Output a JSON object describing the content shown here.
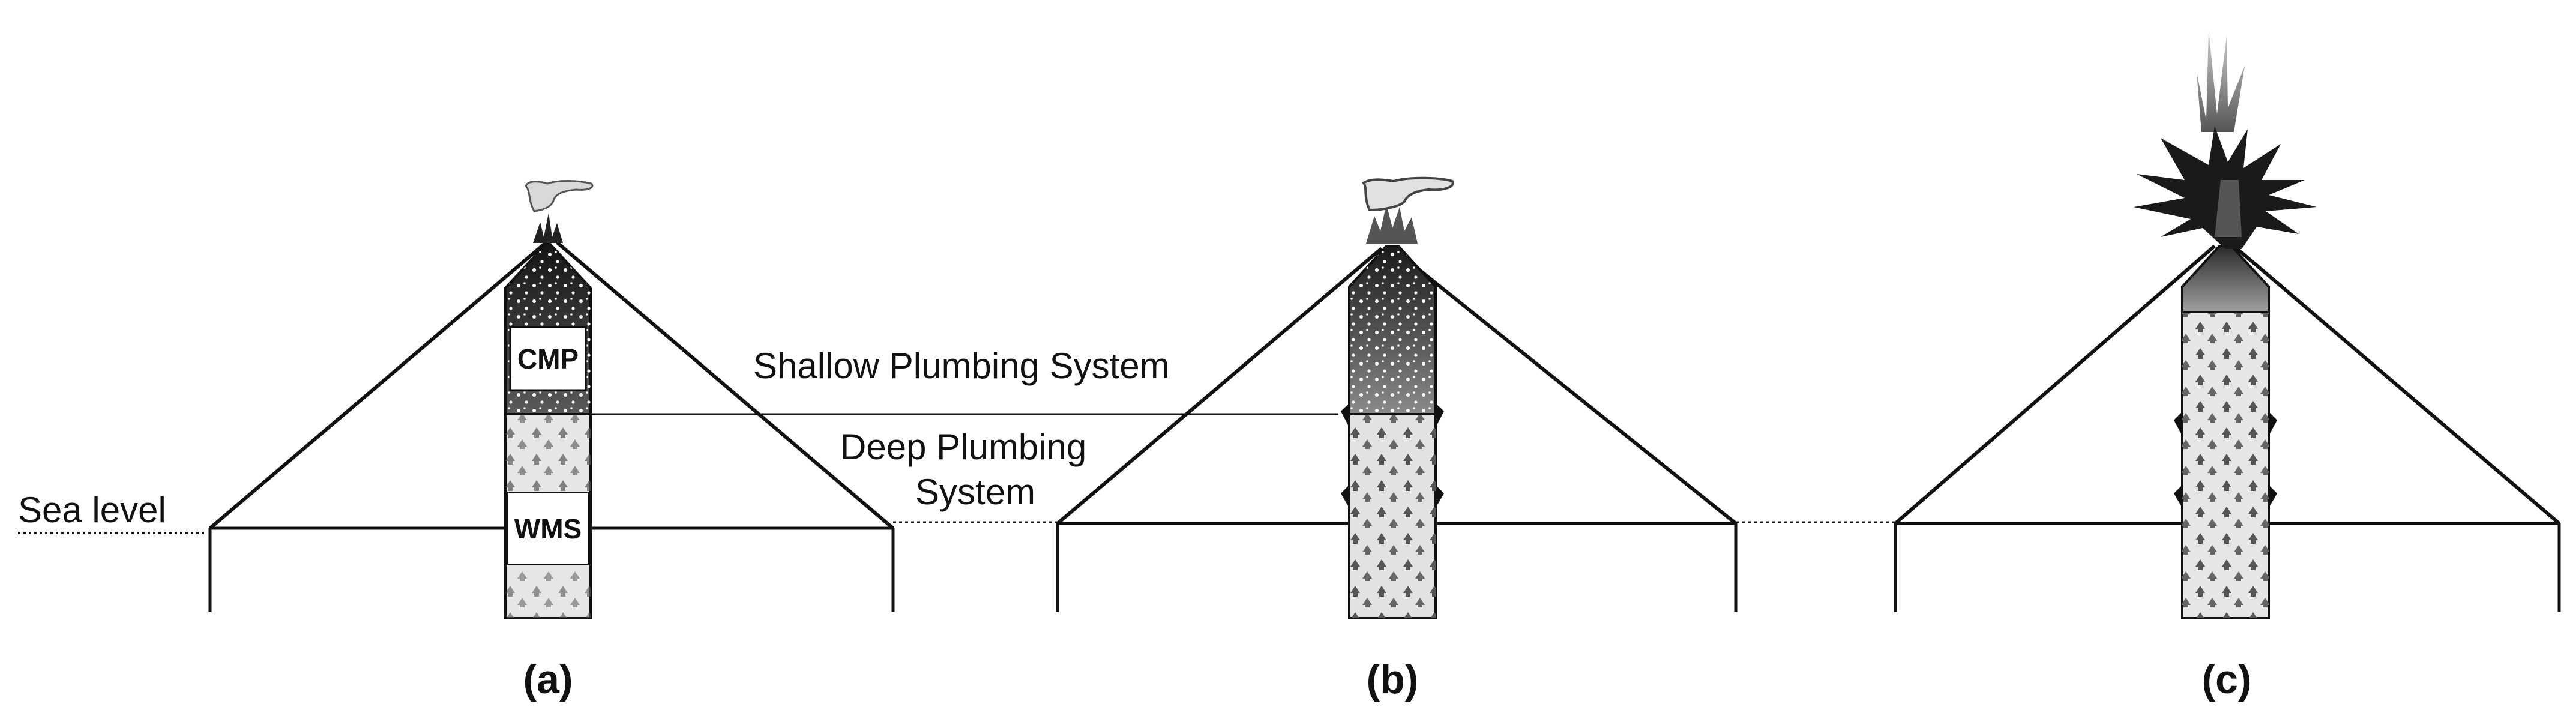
{
  "labels": {
    "sea_level": "Sea level",
    "shallow": "Shallow Plumbing System",
    "deep_line1": "Deep Plumbing",
    "deep_line2": "System",
    "cmp": "CMP",
    "wms": "WMS",
    "panel_a": "(a)",
    "panel_b": "(b)",
    "panel_c": "(c)"
  },
  "colors": {
    "outline": "#111111",
    "magma_dark": "#1c1c1c",
    "magma_mid": "#7a7a7a",
    "conduit_light": "#e2e2e2",
    "plume": "#d6d6d6",
    "explosion": "#1a1a1a",
    "ash": "#9a9a9a"
  }
}
